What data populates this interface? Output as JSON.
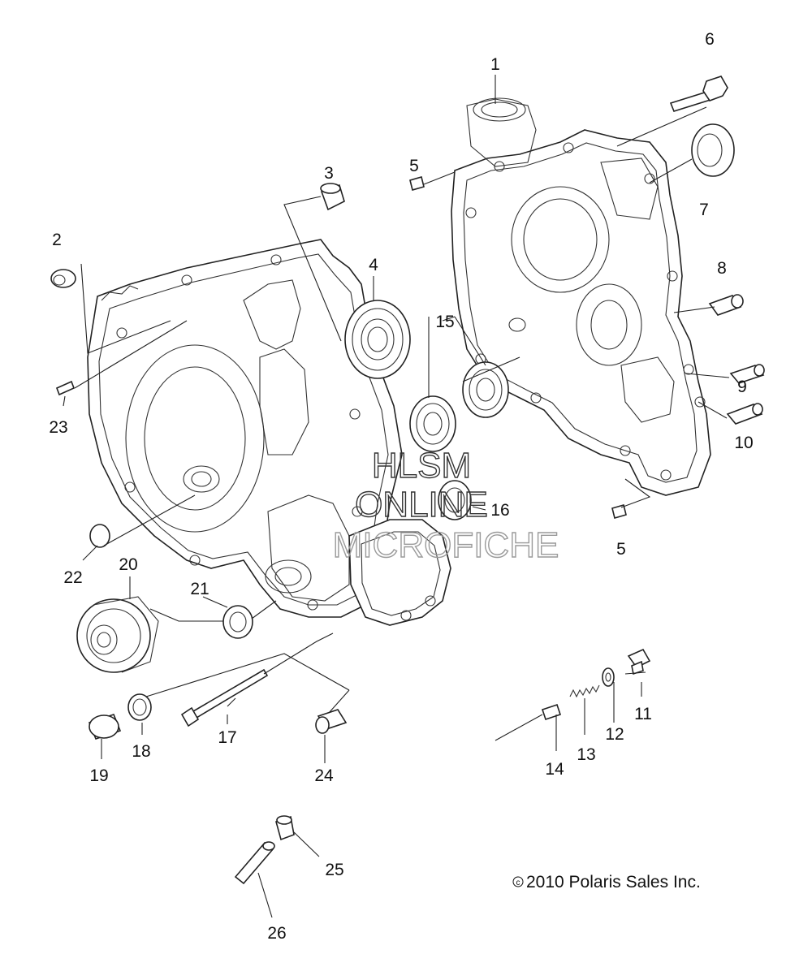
{
  "callouts": [
    {
      "id": "1",
      "label": "1"
    },
    {
      "id": "2",
      "label": "2"
    },
    {
      "id": "3",
      "label": "3"
    },
    {
      "id": "4",
      "label": "4"
    },
    {
      "id": "5a",
      "label": "5"
    },
    {
      "id": "5b",
      "label": "5"
    },
    {
      "id": "6",
      "label": "6"
    },
    {
      "id": "7",
      "label": "7"
    },
    {
      "id": "8",
      "label": "8"
    },
    {
      "id": "9",
      "label": "9"
    },
    {
      "id": "10",
      "label": "10"
    },
    {
      "id": "11",
      "label": "11"
    },
    {
      "id": "12",
      "label": "12"
    },
    {
      "id": "13",
      "label": "13"
    },
    {
      "id": "14",
      "label": "14"
    },
    {
      "id": "15",
      "label": "15"
    },
    {
      "id": "16",
      "label": "16"
    },
    {
      "id": "17",
      "label": "17"
    },
    {
      "id": "18",
      "label": "18"
    },
    {
      "id": "19",
      "label": "19"
    },
    {
      "id": "20",
      "label": "20"
    },
    {
      "id": "21",
      "label": "21"
    },
    {
      "id": "22",
      "label": "22"
    },
    {
      "id": "23",
      "label": "23"
    },
    {
      "id": "24",
      "label": "24"
    },
    {
      "id": "25",
      "label": "25"
    },
    {
      "id": "26",
      "label": "26"
    }
  ],
  "watermark": {
    "line1": "HLSM",
    "line2": "ONLINE",
    "line3": "MICROFICHE"
  },
  "copyright": {
    "symbol": "c",
    "text": "2010  Polaris Sales Inc."
  }
}
